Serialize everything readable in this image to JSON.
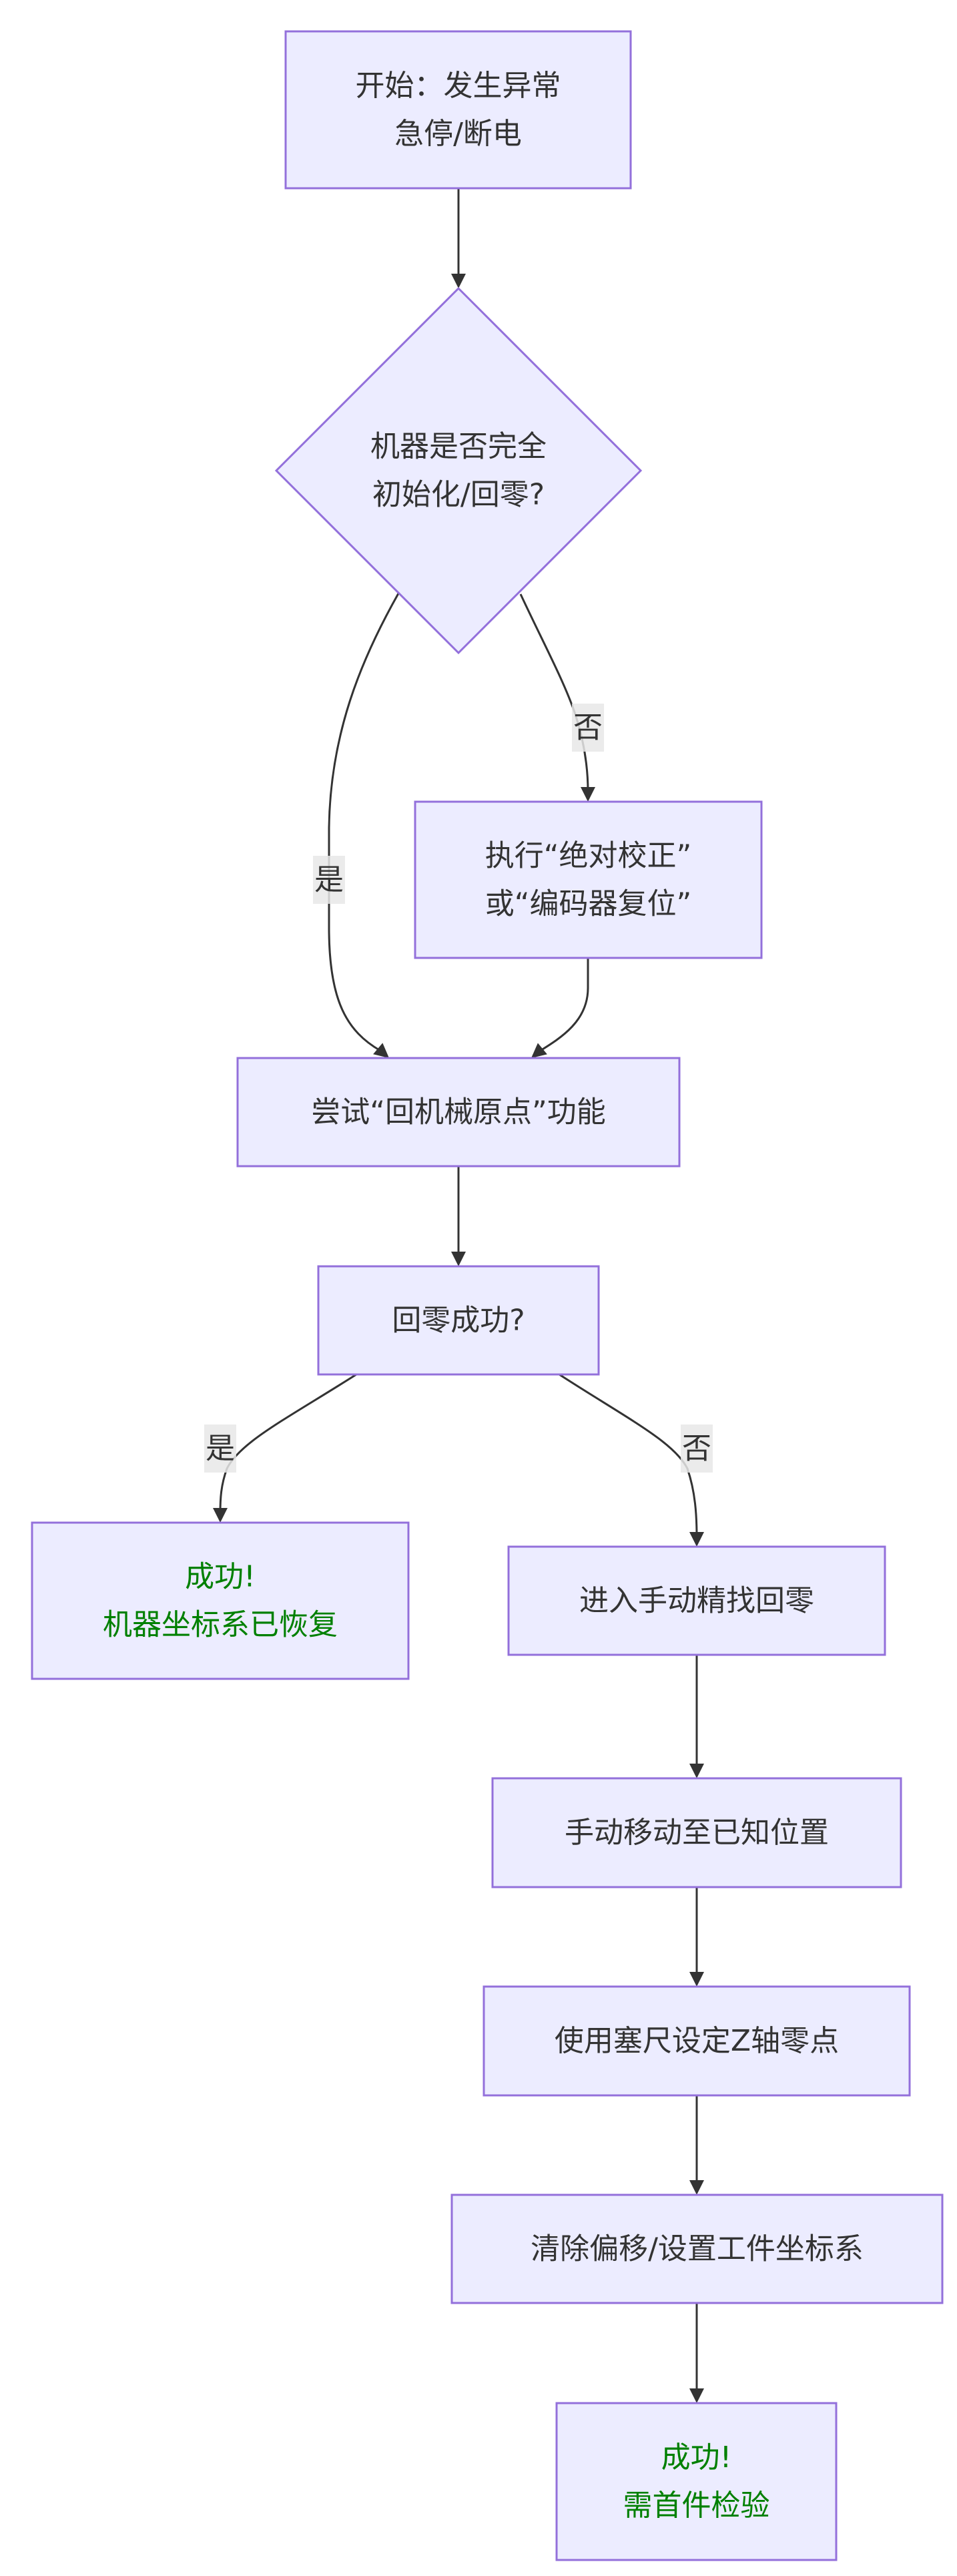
{
  "diagram": {
    "type": "flowchart",
    "direction": "top-down",
    "colors": {
      "node_fill": "#ECECFF",
      "node_border": "#9370DB",
      "text": "#333333",
      "success_text": "#008000",
      "edge": "#333333",
      "edge_label_bg": "#e8e8e8"
    },
    "nodes": [
      {
        "id": "start",
        "shape": "rect",
        "lines": [
          "开始：发生异常",
          "急停/断电"
        ],
        "style": "normal"
      },
      {
        "id": "init_check",
        "shape": "diamond",
        "lines": [
          "机器是否完全",
          "初始化/回零?"
        ],
        "style": "normal"
      },
      {
        "id": "abs_calib",
        "shape": "rect",
        "lines": [
          "执行“绝对校正”",
          "或“编码器复位”"
        ],
        "style": "normal"
      },
      {
        "id": "try_home",
        "shape": "rect",
        "lines": [
          "尝试“回机械原点”功能"
        ],
        "style": "normal"
      },
      {
        "id": "home_ok",
        "shape": "rect",
        "lines": [
          "回零成功?"
        ],
        "style": "normal"
      },
      {
        "id": "success_restored",
        "shape": "rect",
        "lines": [
          "成功!",
          "机器坐标系已恢复"
        ],
        "style": "success"
      },
      {
        "id": "manual_home",
        "shape": "rect",
        "lines": [
          "进入手动精找回零"
        ],
        "style": "normal"
      },
      {
        "id": "move_known",
        "shape": "rect",
        "lines": [
          "手动移动至已知位置"
        ],
        "style": "normal"
      },
      {
        "id": "feeler_z",
        "shape": "rect",
        "lines": [
          "使用塞尺设定Z轴零点"
        ],
        "style": "normal"
      },
      {
        "id": "clear_offset",
        "shape": "rect",
        "lines": [
          "清除偏移/设置工件坐标系"
        ],
        "style": "normal"
      },
      {
        "id": "success_inspect",
        "shape": "rect",
        "lines": [
          "成功!",
          "需首件检验"
        ],
        "style": "success"
      }
    ],
    "edges": [
      {
        "from": "start",
        "to": "init_check",
        "label": ""
      },
      {
        "from": "init_check",
        "to": "try_home",
        "label": "是"
      },
      {
        "from": "init_check",
        "to": "abs_calib",
        "label": "否"
      },
      {
        "from": "abs_calib",
        "to": "try_home",
        "label": ""
      },
      {
        "from": "try_home",
        "to": "home_ok",
        "label": ""
      },
      {
        "from": "home_ok",
        "to": "success_restored",
        "label": "是"
      },
      {
        "from": "home_ok",
        "to": "manual_home",
        "label": "否"
      },
      {
        "from": "manual_home",
        "to": "move_known",
        "label": ""
      },
      {
        "from": "move_known",
        "to": "feeler_z",
        "label": ""
      },
      {
        "from": "feeler_z",
        "to": "clear_offset",
        "label": ""
      },
      {
        "from": "clear_offset",
        "to": "success_inspect",
        "label": ""
      }
    ]
  }
}
